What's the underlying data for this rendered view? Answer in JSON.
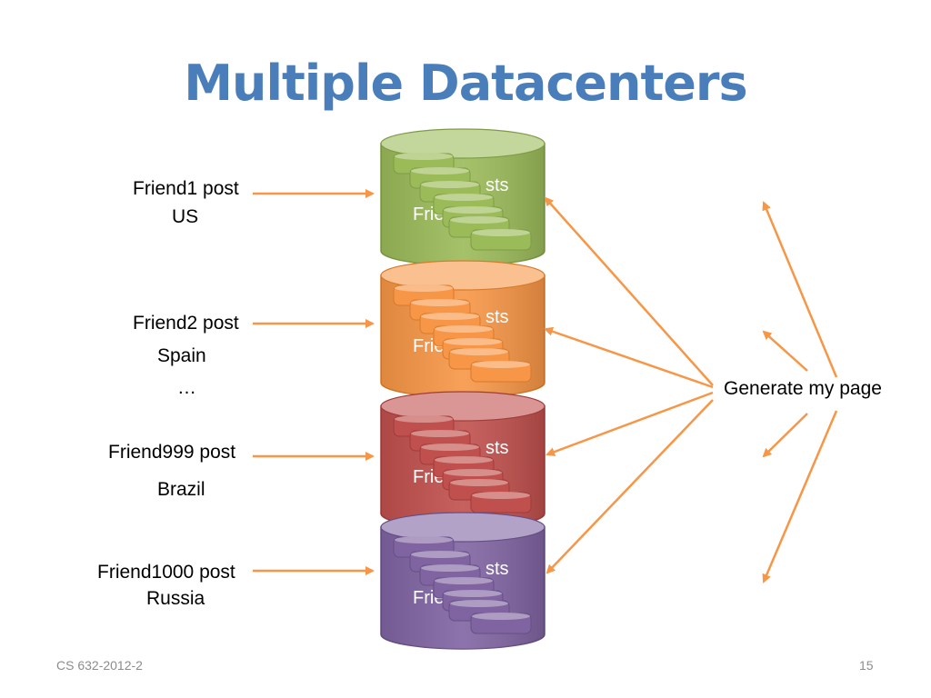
{
  "slide": {
    "title": "Multiple Datacenters",
    "footer_left": "CS 632-2012-2",
    "page_number": "15"
  },
  "posts": [
    {
      "label": "Friend1 post",
      "region": "US"
    },
    {
      "label": "Friend2 post",
      "region": "Spain",
      "extra": "…"
    },
    {
      "label": "Friend999 post",
      "region": "Brazil"
    },
    {
      "label": "Friend1000 post",
      "region": "Russia"
    }
  ],
  "datacenters": [
    {
      "color": "#9bbb59",
      "edge": "#7f9b47",
      "top": "#c3d69b",
      "partial_text_top": "sts",
      "partial_text_bottom": "Frie"
    },
    {
      "color": "#f79646",
      "edge": "#d77b2b",
      "top": "#fac090",
      "partial_text_top": "sts",
      "partial_text_bottom": "Frie"
    },
    {
      "color": "#c0504d",
      "edge": "#a03c3a",
      "top": "#d99694",
      "partial_text_top": "sts",
      "partial_text_bottom": "Frie"
    },
    {
      "color": "#8064a2",
      "edge": "#654f84",
      "top": "#b3a2c7",
      "partial_text_top": "sts",
      "partial_text_bottom": "Frie"
    }
  ],
  "generator": {
    "label": "Generate my page"
  },
  "colors": {
    "arrow": "#f79646",
    "title": "#4a7ebb"
  }
}
